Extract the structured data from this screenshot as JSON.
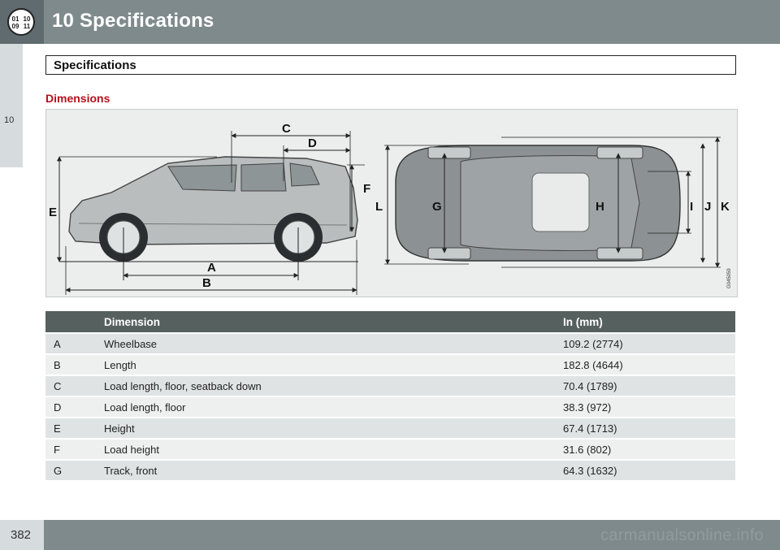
{
  "header": {
    "title": "10  Specifications",
    "icon_name": "dashboard-icon"
  },
  "side": {
    "chapter_number": "10"
  },
  "section": {
    "title": "Specifications"
  },
  "subheading": "Dimensions",
  "figure": {
    "code": "G045059",
    "labels": {
      "A": "A",
      "B": "B",
      "C": "C",
      "D": "D",
      "E": "E",
      "F": "F",
      "G": "G",
      "H": "H",
      "I": "I",
      "J": "J",
      "K": "K",
      "L": "L"
    }
  },
  "table": {
    "headers": [
      "",
      "Dimension",
      "In (mm)"
    ],
    "rows": [
      {
        "code": "A",
        "dimension": "Wheelbase",
        "value": "109.2 (2774)"
      },
      {
        "code": "B",
        "dimension": "Length",
        "value": "182.8 (4644)"
      },
      {
        "code": "C",
        "dimension": "Load length, floor, seatback down",
        "value": "70.4 (1789)"
      },
      {
        "code": "D",
        "dimension": "Load length, floor",
        "value": "38.3 (972)"
      },
      {
        "code": "E",
        "dimension": "Height",
        "value": "67.4 (1713)"
      },
      {
        "code": "F",
        "dimension": "Load height",
        "value": "31.6 (802)"
      },
      {
        "code": "G",
        "dimension": "Track, front",
        "value": "64.3 (1632)"
      }
    ]
  },
  "footer": {
    "page_number": "382",
    "watermark": "carmanualsonline.info"
  }
}
